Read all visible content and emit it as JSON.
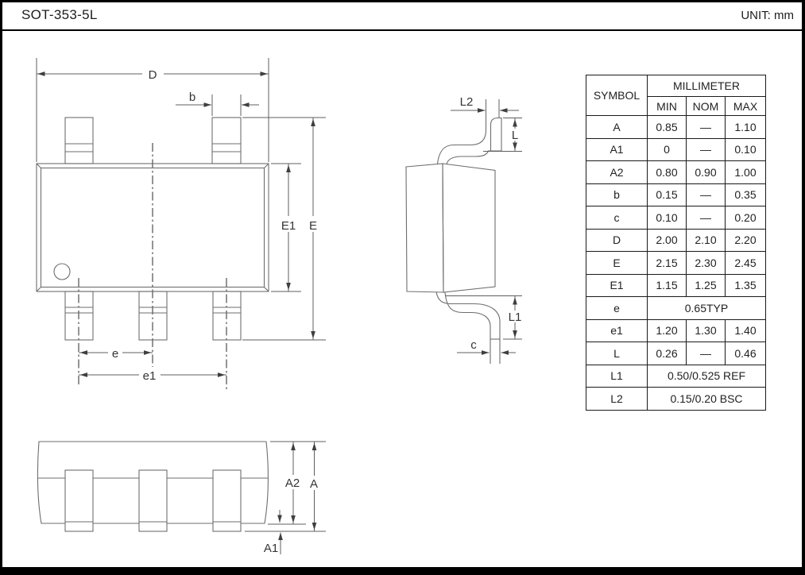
{
  "header": {
    "title": "SOT-353-5L",
    "unit": "UNIT: mm"
  },
  "colors": {
    "background": "#ffffff",
    "frame": "#000000",
    "line": "#6e6e6e",
    "text": "#222222"
  },
  "table": {
    "col_symbol": "SYMBOL",
    "col_group": "MILLIMETER",
    "col_min": "MIN",
    "col_nom": "NOM",
    "col_max": "MAX",
    "rows": [
      {
        "symbol": "A",
        "min": "0.85",
        "nom": "—",
        "max": "1.10"
      },
      {
        "symbol": "A1",
        "min": "0",
        "nom": "—",
        "max": "0.10"
      },
      {
        "symbol": "A2",
        "min": "0.80",
        "nom": "0.90",
        "max": "1.00"
      },
      {
        "symbol": "b",
        "min": "0.15",
        "nom": "—",
        "max": "0.35"
      },
      {
        "symbol": "c",
        "min": "0.10",
        "nom": "—",
        "max": "0.20"
      },
      {
        "symbol": "D",
        "min": "2.00",
        "nom": "2.10",
        "max": "2.20"
      },
      {
        "symbol": "E",
        "min": "2.15",
        "nom": "2.30",
        "max": "2.45"
      },
      {
        "symbol": "E1",
        "min": "1.15",
        "nom": "1.25",
        "max": "1.35"
      },
      {
        "symbol": "e",
        "span": "0.65TYP"
      },
      {
        "symbol": "e1",
        "min": "1.20",
        "nom": "1.30",
        "max": "1.40"
      },
      {
        "symbol": "L",
        "min": "0.26",
        "nom": "—",
        "max": "0.46"
      },
      {
        "symbol": "L1",
        "span": "0.50/0.525 REF"
      },
      {
        "symbol": "L2",
        "span": "0.15/0.20 BSC"
      }
    ]
  },
  "drawing": {
    "top_view": {
      "labels": {
        "d": "D",
        "b": "b",
        "E": "E",
        "E1": "E1",
        "e": "e",
        "e1": "e1"
      }
    },
    "side_view": {
      "labels": {
        "l2": "L2",
        "l": "L",
        "l1": "L1",
        "c": "c"
      }
    },
    "front_view": {
      "labels": {
        "a2": "A2",
        "a": "A",
        "a1": "A1"
      }
    }
  }
}
